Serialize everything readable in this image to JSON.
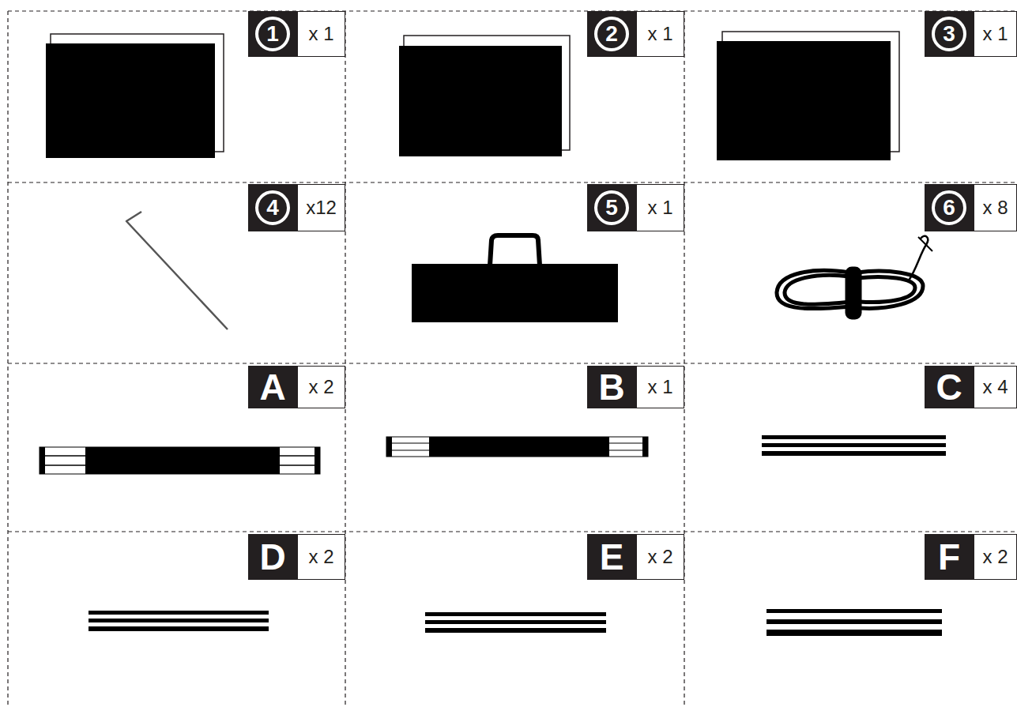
{
  "diagram": {
    "labels": [
      "1",
      "x 1",
      "2",
      "x 1",
      "3",
      "x 1",
      "4",
      "x12",
      "5",
      "x 1",
      "6",
      "x 8",
      "A",
      "x 2",
      "B",
      "x 1",
      "C",
      "x 4",
      "D",
      "x 2",
      "E",
      "x 2",
      "F",
      "x 2"
    ]
  }
}
